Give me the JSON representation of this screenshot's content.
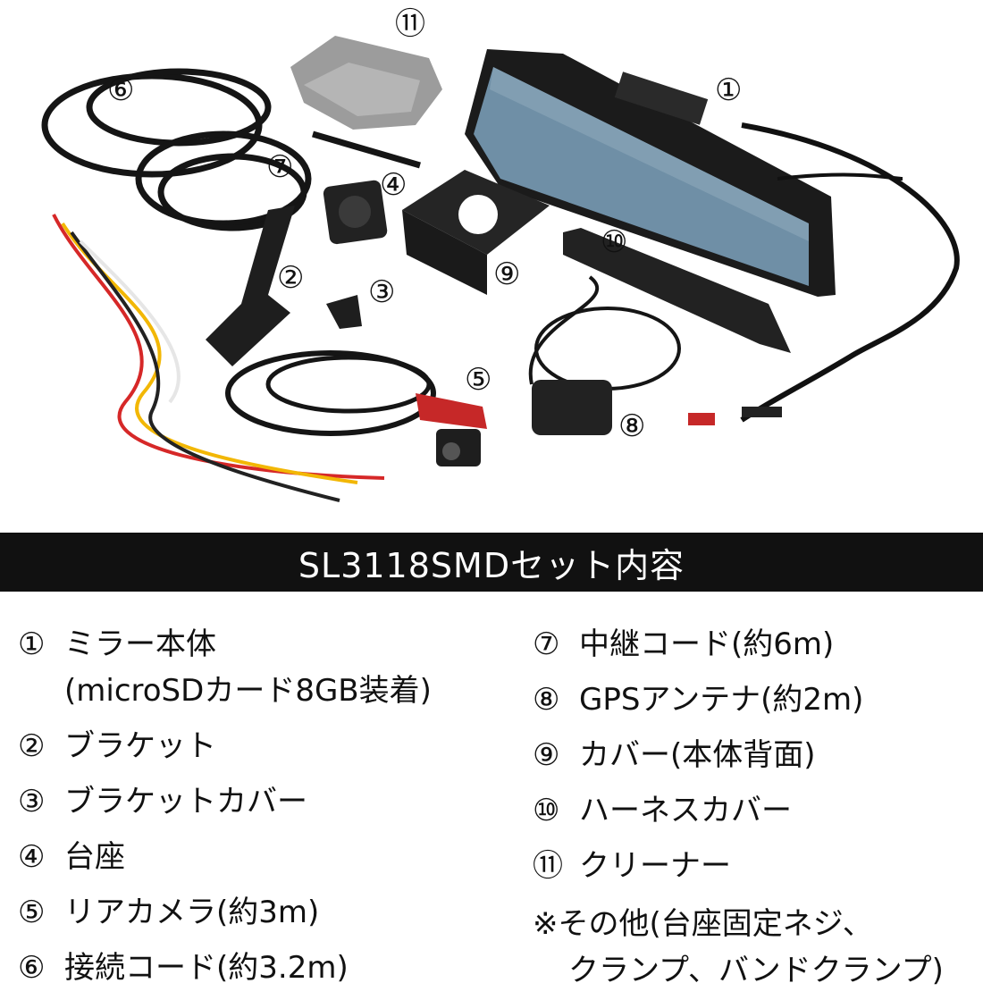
{
  "labels": [
    "①",
    "②",
    "③",
    "④",
    "⑤",
    "⑥",
    "⑦",
    "⑧",
    "⑨",
    "⑩",
    "⑪"
  ],
  "banner": "SL3118SMDセット内容",
  "left_items": [
    {
      "mark": "①",
      "text": "ミラー本体",
      "sub": "(microSDカード8GB装着)"
    },
    {
      "mark": "②",
      "text": "ブラケット"
    },
    {
      "mark": "③",
      "text": "ブラケットカバー"
    },
    {
      "mark": "④",
      "text": "台座"
    },
    {
      "mark": "⑤",
      "text": "リアカメラ(約3m)"
    },
    {
      "mark": "⑥",
      "text": "接続コード(約3.2m)"
    }
  ],
  "right_items": [
    {
      "mark": "⑦",
      "text": "中継コード(約6m)"
    },
    {
      "mark": "⑧",
      "text": "GPSアンテナ(約2m)"
    },
    {
      "mark": "⑨",
      "text": "カバー(本体背面)"
    },
    {
      "mark": "⑩",
      "text": "ハーネスカバー"
    },
    {
      "mark": "⑪",
      "text": "クリーナー"
    }
  ],
  "note": {
    "line1": "※その他(台座固定ネジ、",
    "line2": "クランプ、バンドクランプ)"
  }
}
